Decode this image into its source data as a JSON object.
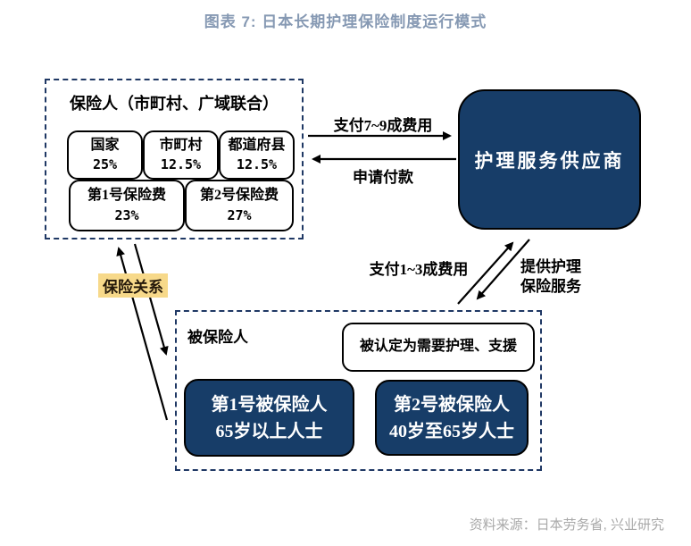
{
  "figure": {
    "title": "图表 7: 日本长期护理保险制度运行模式",
    "source": "资料来源：日本劳务省, 兴业研究"
  },
  "colors": {
    "navy_fill": "#173d68",
    "dashed_border": "#1f3864",
    "title_text": "#8699b3",
    "relation_highlight": "#f7d98a",
    "source_text": "#a9a9a9",
    "arrow": "#000000"
  },
  "insurer": {
    "title": "保险人（市町村、广域联合）",
    "cells": [
      {
        "name": "国家",
        "pct": "25%"
      },
      {
        "name": "市町村",
        "pct": "12.5%"
      },
      {
        "name": "都道府县",
        "pct": "12.5%"
      },
      {
        "name": "第1号保险费",
        "pct": "23%"
      },
      {
        "name": "第2号保险费",
        "pct": "27%"
      }
    ]
  },
  "provider": {
    "label": "护理服务供应商"
  },
  "insured": {
    "title": "被保险人",
    "certify": "被认定为需要护理、支援",
    "groups": [
      {
        "line1": "第1号被保险人",
        "line2": "65岁以上人士"
      },
      {
        "line1": "第2号被保险人",
        "line2": "40岁至65岁人士"
      }
    ]
  },
  "flows": {
    "pay_7_9": "支付7~9成费用",
    "request_payment": "申请付款",
    "pay_1_3": "支付1~3成费用",
    "provide_line1": "提供护理",
    "provide_line2": "保险服务",
    "relation": "保险关系"
  }
}
